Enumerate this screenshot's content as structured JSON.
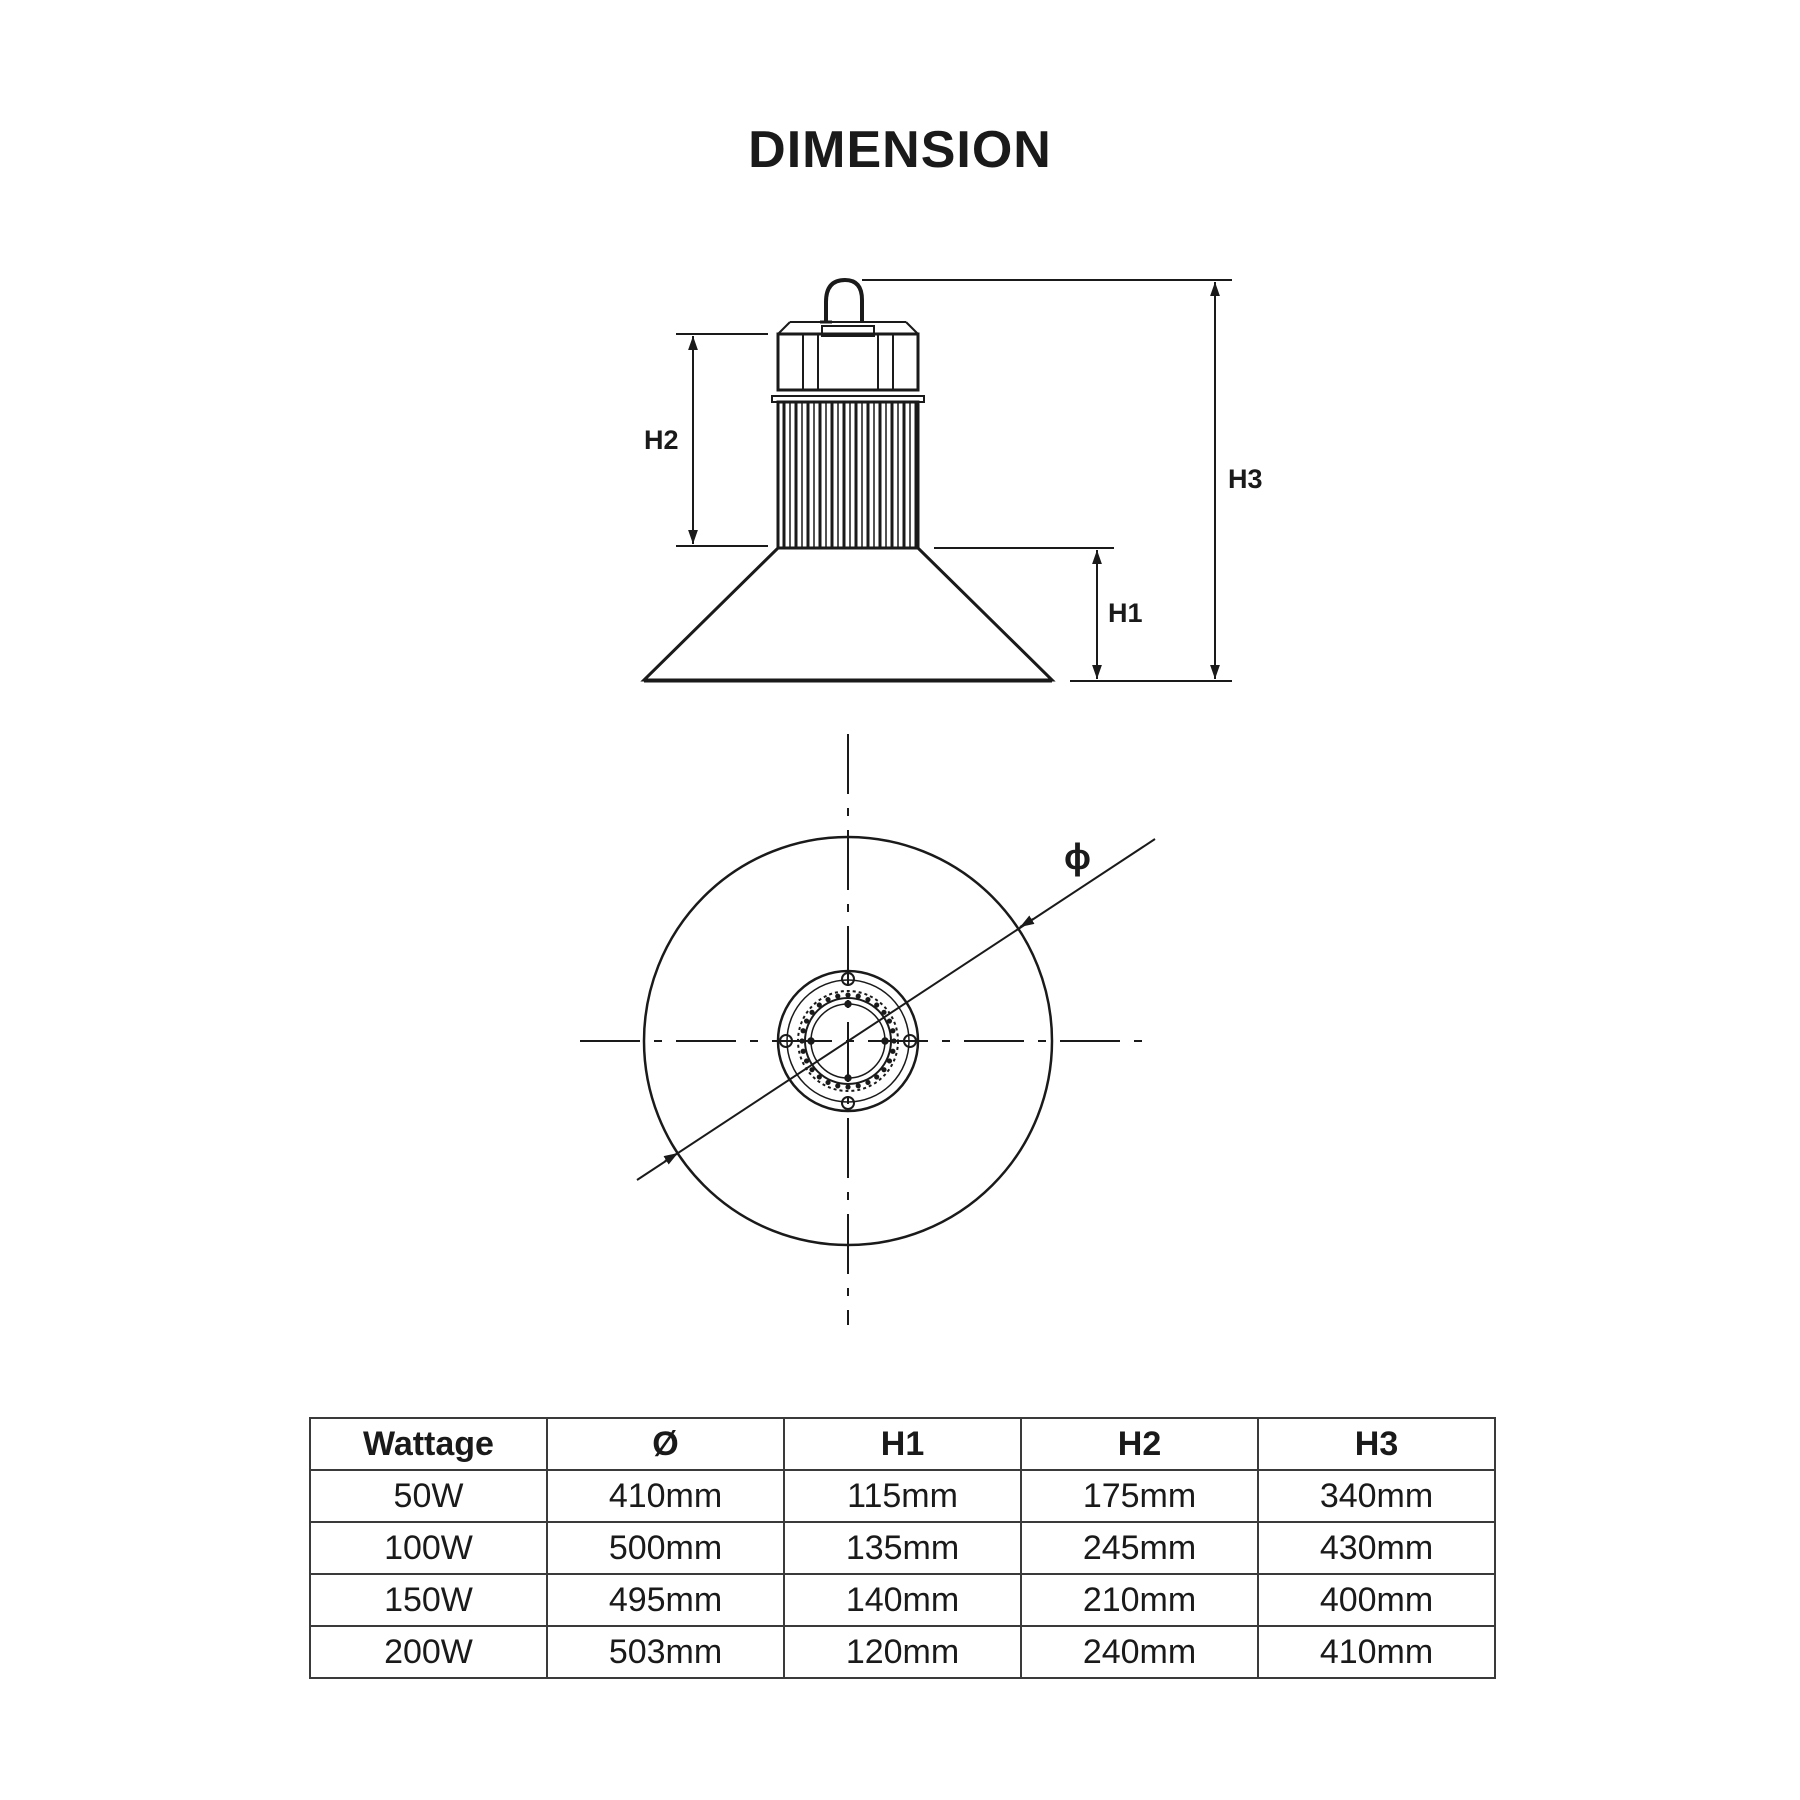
{
  "title": "DIMENSION",
  "diagram": {
    "labels": {
      "h1": "H1",
      "h2": "H2",
      "h3": "H3",
      "diameter": "ϕ"
    }
  },
  "table": {
    "headers": [
      "Wattage",
      "Ø",
      "H1",
      "H2",
      "H3"
    ],
    "rows": [
      [
        "50W",
        "410mm",
        "115mm",
        "175mm",
        "340mm"
      ],
      [
        "100W",
        "500mm",
        "135mm",
        "245mm",
        "430mm"
      ],
      [
        "150W",
        "495mm",
        "140mm",
        "210mm",
        "400mm"
      ],
      [
        "200W",
        "503mm",
        "120mm",
        "240mm",
        "410mm"
      ]
    ]
  }
}
